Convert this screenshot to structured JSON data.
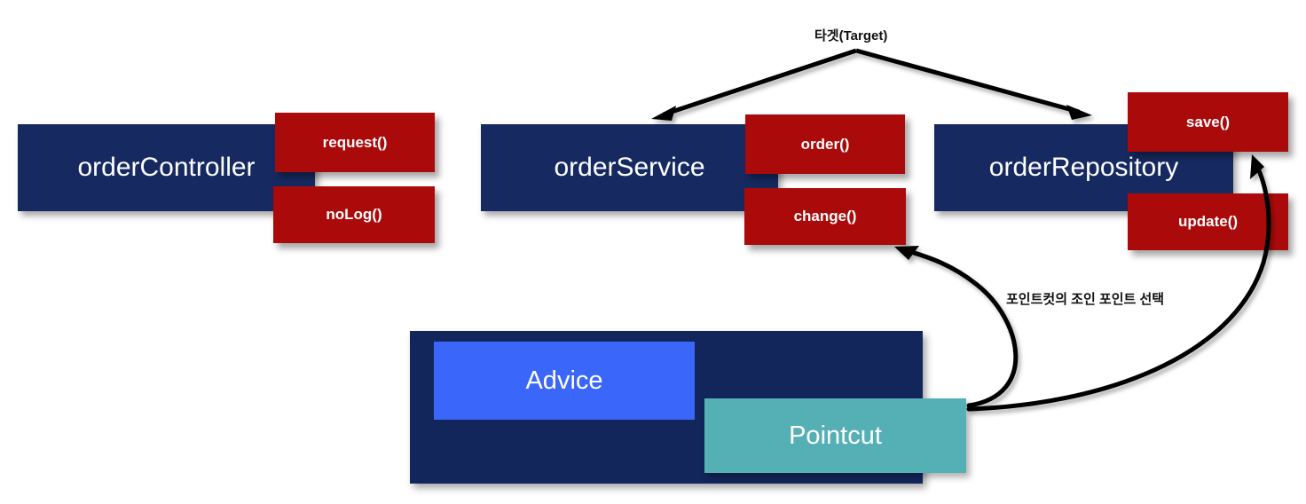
{
  "diagram": {
    "title_annotation": "타겟(Target)",
    "pointcut_annotation": "포인트컷의 조인 포인트 선택",
    "colors": {
      "bean": "#162a61",
      "method": "#aa0a0a",
      "aspect_container": "#12265c",
      "advice": "#3a66fa",
      "pointcut": "#55b0b5",
      "arrow": "#000000",
      "background": "#ffffff",
      "text": "#ffffff"
    },
    "beans": [
      {
        "name": "orderController",
        "methods": [
          "request()",
          "noLog()"
        ]
      },
      {
        "name": "orderService",
        "methods": [
          "order()",
          "change()"
        ]
      },
      {
        "name": "orderRepository",
        "methods": [
          "save()",
          "update()"
        ]
      }
    ],
    "aspect": {
      "advice_label": "Advice",
      "pointcut_label": "Pointcut"
    },
    "target_arrow_targets": [
      "orderService",
      "orderRepository"
    ],
    "pointcut_arrow_targets": [
      "change()",
      "save()"
    ]
  }
}
